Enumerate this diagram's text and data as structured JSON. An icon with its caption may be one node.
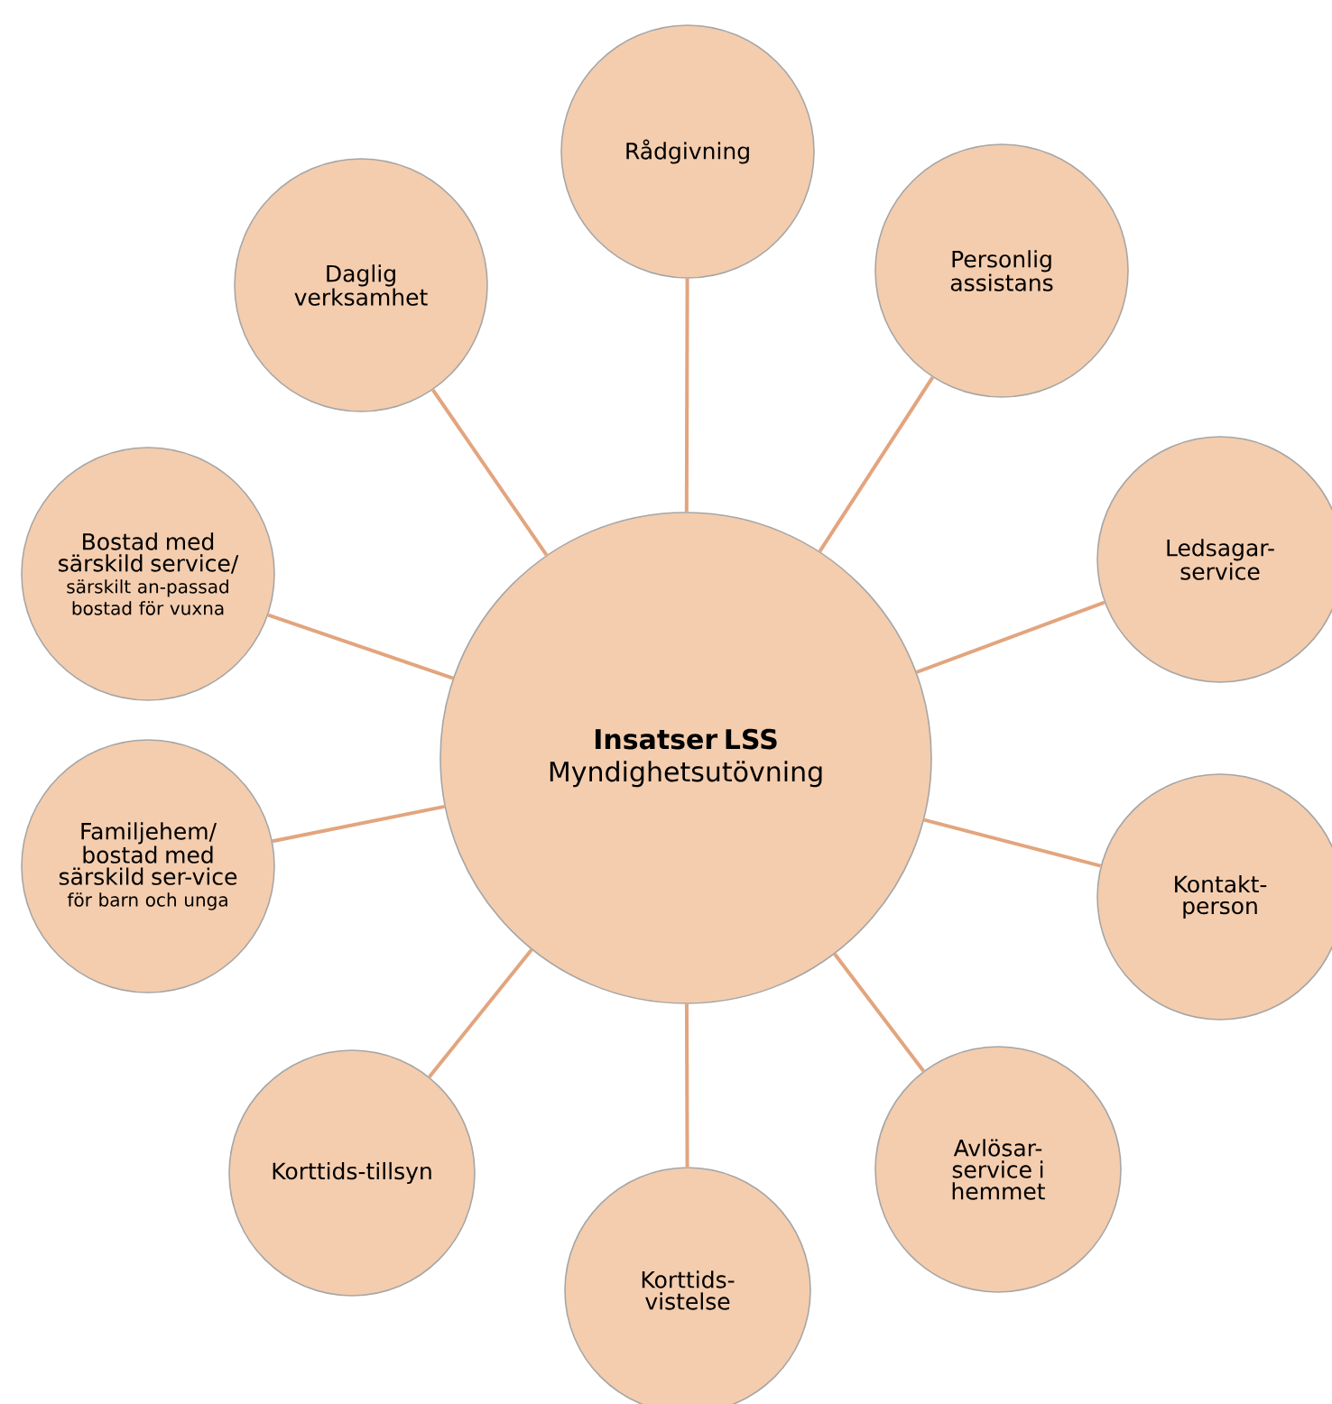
{
  "diagram": {
    "nodes": [
      {
        "text": [
          "Insatser LSS",
          "Myndighetsutövning"
        ]
      },
      {
        "text": [
          "Rådgivning"
        ]
      },
      {
        "text": [
          "Personlig assistans"
        ]
      },
      {
        "text": [
          "Ledsagar-service"
        ]
      },
      {
        "text": [
          "Kontakt-person"
        ]
      },
      {
        "text": [
          "Avlösar-service i hemmet"
        ]
      },
      {
        "text": [
          "Korttids-vistelse"
        ]
      },
      {
        "text": [
          "Korttids-tillsyn"
        ]
      },
      {
        "text": [
          "Familjehem/ bostad med särskild ser-vice",
          "för barn och unga"
        ]
      },
      {
        "text": [
          "Bostad med särskild service/",
          "särskilt an-passad bostad för vuxna"
        ]
      },
      {
        "text": [
          "Daglig verksamhet"
        ]
      }
    ],
    "edges": [
      {
        "from": 0,
        "to": 1,
        "arrow": "none"
      },
      {
        "from": 0,
        "to": 2,
        "arrow": "none"
      },
      {
        "from": 0,
        "to": 3,
        "arrow": "none"
      },
      {
        "from": 0,
        "to": 4,
        "arrow": "none"
      },
      {
        "from": 0,
        "to": 5,
        "arrow": "none"
      },
      {
        "from": 0,
        "to": 6,
        "arrow": "none"
      },
      {
        "from": 0,
        "to": 7,
        "arrow": "none"
      },
      {
        "from": 0,
        "to": 8,
        "arrow": "none"
      },
      {
        "from": 0,
        "to": 9,
        "arrow": "none"
      },
      {
        "from": 0,
        "to": 10,
        "arrow": "none"
      }
    ]
  }
}
